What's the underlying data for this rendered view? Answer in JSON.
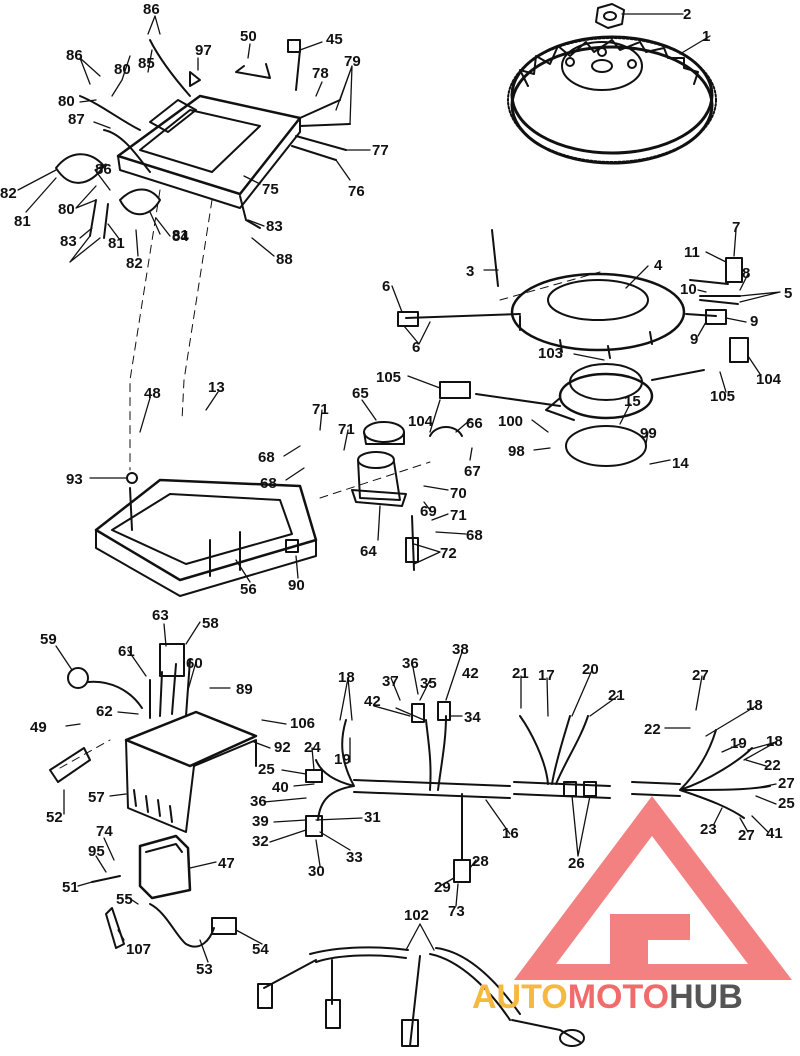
{
  "colors": {
    "ink": "#111111",
    "watermark_accent": "#f26b6b",
    "watermark_gold": "#f5b942",
    "watermark_gray": "#555555"
  },
  "watermark": {
    "part1": "AUTO",
    "part2": "MOTO",
    "part3": "HUB"
  },
  "callouts": [
    "2",
    "1",
    "86",
    "97",
    "50",
    "45",
    "86",
    "80",
    "85",
    "79",
    "78",
    "80",
    "87",
    "86",
    "77",
    "82",
    "80",
    "76",
    "75",
    "81",
    "84",
    "83",
    "83",
    "81",
    "88",
    "82",
    "81",
    "7",
    "11",
    "4",
    "3",
    "8",
    "10",
    "5",
    "6",
    "9",
    "6",
    "9",
    "103",
    "104",
    "105",
    "105",
    "65",
    "71",
    "66",
    "15",
    "100",
    "99",
    "104",
    "71",
    "48",
    "13",
    "93",
    "68",
    "98",
    "14",
    "67",
    "68",
    "70",
    "69",
    "71",
    "68",
    "64",
    "72",
    "56",
    "90",
    "63",
    "58",
    "59",
    "61",
    "60",
    "89",
    "62",
    "49",
    "106",
    "92",
    "52",
    "57",
    "36",
    "38",
    "37",
    "35",
    "42",
    "18",
    "42",
    "34",
    "21",
    "17",
    "20",
    "21",
    "27",
    "22",
    "18",
    "19",
    "18",
    "25",
    "24",
    "19",
    "40",
    "36",
    "31",
    "39",
    "32",
    "33",
    "30",
    "16",
    "26",
    "22",
    "27",
    "25",
    "23",
    "27",
    "41",
    "74",
    "95",
    "51",
    "47",
    "28",
    "29",
    "73",
    "55",
    "107",
    "53",
    "54",
    "102"
  ]
}
